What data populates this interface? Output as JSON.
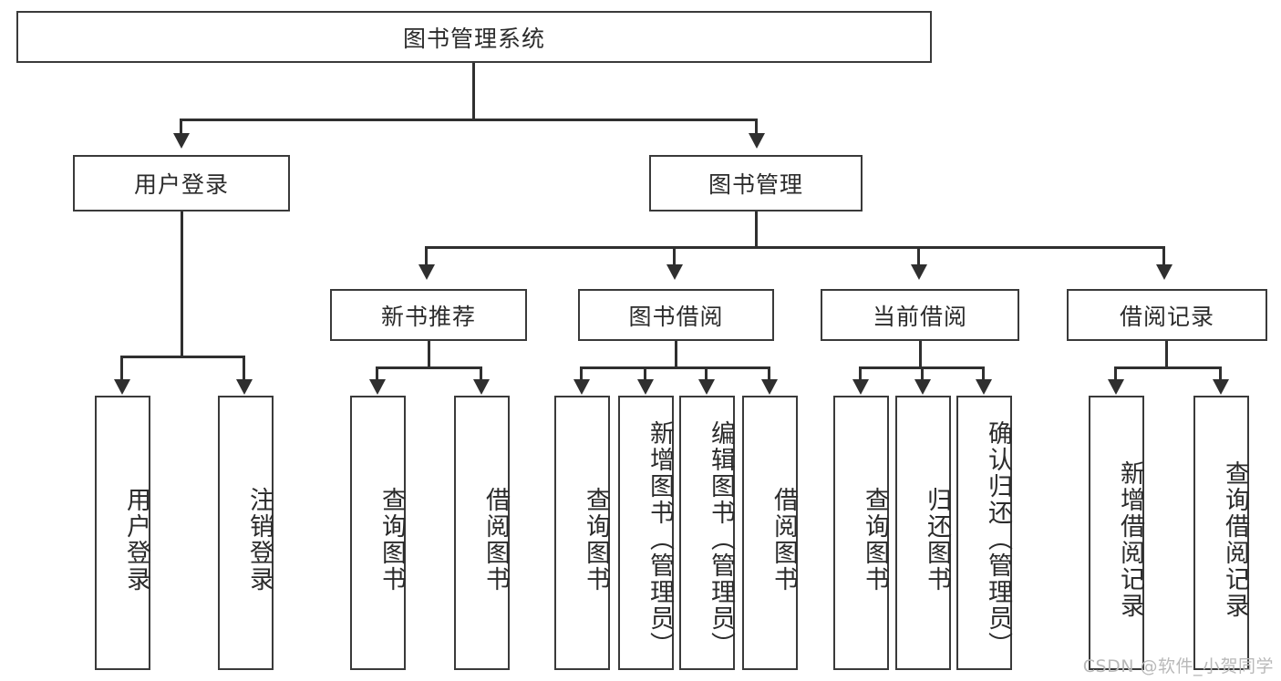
{
  "diagram": {
    "type": "tree",
    "title": "图书管理系统",
    "watermark": "CSDN @软件_小贺同学",
    "colors": {
      "background": "#ffffff",
      "box_border": "#3a3a3a",
      "connector": "#2f2f2f",
      "text": "#2b2b2b",
      "watermark": "#b9b9b9"
    },
    "root": {
      "label": "图书管理系统"
    },
    "level2": [
      {
        "label": "用户登录"
      },
      {
        "label": "图书管理"
      }
    ],
    "level3": [
      {
        "label": "新书推荐"
      },
      {
        "label": "图书借阅"
      },
      {
        "label": "当前借阅"
      },
      {
        "label": "借阅记录"
      }
    ],
    "leaves": {
      "user_login": [
        {
          "label": "用户登录"
        },
        {
          "label": "注销登录"
        }
      ],
      "new_book_recommend": [
        {
          "label": "查询图书"
        },
        {
          "label": "借阅图书"
        }
      ],
      "book_borrow": [
        {
          "label": "查询图书"
        },
        {
          "label": "新增图书（管理员）"
        },
        {
          "label": "编辑图书（管理员）"
        },
        {
          "label": "借阅图书"
        }
      ],
      "current_borrow": [
        {
          "label": "查询图书"
        },
        {
          "label": "归还图书"
        },
        {
          "label": "确认归还（管理员）"
        }
      ],
      "borrow_records": [
        {
          "label": "新增借阅记录"
        },
        {
          "label": "查询借阅记录"
        }
      ]
    }
  }
}
